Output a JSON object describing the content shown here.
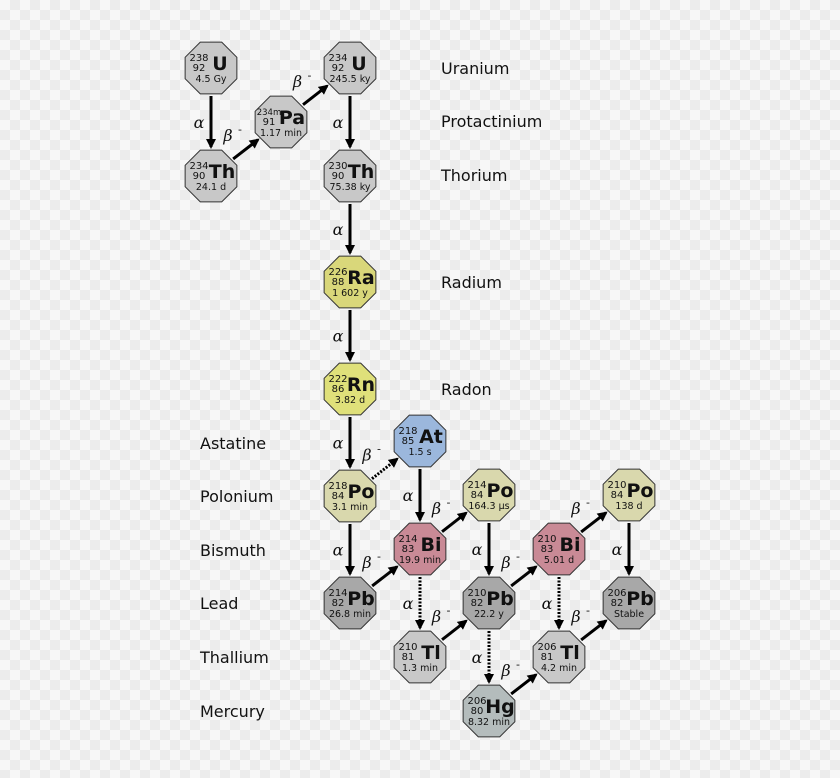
{
  "elements": [
    {
      "id": "uranium",
      "name": "Uranium"
    },
    {
      "id": "protactinium",
      "name": "Protactinium"
    },
    {
      "id": "thorium",
      "name": "Thorium"
    },
    {
      "id": "radium",
      "name": "Radium"
    },
    {
      "id": "radon",
      "name": "Radon"
    },
    {
      "id": "astatine",
      "name": "Astatine"
    },
    {
      "id": "polonium",
      "name": "Polonium"
    },
    {
      "id": "bismuth",
      "name": "Bismuth"
    },
    {
      "id": "lead",
      "name": "Lead"
    },
    {
      "id": "thallium",
      "name": "Thallium"
    },
    {
      "id": "mercury",
      "name": "Mercury"
    }
  ],
  "nuclides": [
    {
      "id": "u238",
      "symbol": "U",
      "mass": "238",
      "z": "92",
      "half_life": "4.5 Gy",
      "color": "#c8c8c8"
    },
    {
      "id": "th234",
      "symbol": "Th",
      "mass": "234",
      "z": "90",
      "half_life": "24.1 d",
      "color": "#c8c8c8"
    },
    {
      "id": "pa234m",
      "symbol": "Pa",
      "mass": "234m",
      "z": "91",
      "half_life": "1.17 min",
      "color": "#c8c8c8"
    },
    {
      "id": "u234",
      "symbol": "U",
      "mass": "234",
      "z": "92",
      "half_life": "245.5 ky",
      "color": "#c8c8c8"
    },
    {
      "id": "th230",
      "symbol": "Th",
      "mass": "230",
      "z": "90",
      "half_life": "75.38 ky",
      "color": "#c8c8c8"
    },
    {
      "id": "ra226",
      "symbol": "Ra",
      "mass": "226",
      "z": "88",
      "half_life": "1 602 y",
      "color": "#d9d77a"
    },
    {
      "id": "rn222",
      "symbol": "Rn",
      "mass": "222",
      "z": "86",
      "half_life": "3.82 d",
      "color": "#dfe07a"
    },
    {
      "id": "at218",
      "symbol": "At",
      "mass": "218",
      "z": "85",
      "half_life": "1.5 s",
      "color": "#9bb7dc"
    },
    {
      "id": "po218",
      "symbol": "Po",
      "mass": "218",
      "z": "84",
      "half_life": "3.1 min",
      "color": "#d9d8ad"
    },
    {
      "id": "bi214",
      "symbol": "Bi",
      "mass": "214",
      "z": "83",
      "half_life": "19.9 min",
      "color": "#c98a96"
    },
    {
      "id": "po214",
      "symbol": "Po",
      "mass": "214",
      "z": "84",
      "half_life": "164.3 µs",
      "color": "#d9d8ad"
    },
    {
      "id": "pb214",
      "symbol": "Pb",
      "mass": "214",
      "z": "82",
      "half_life": "26.8 min",
      "color": "#a8a8a8"
    },
    {
      "id": "tl210",
      "symbol": "Tl",
      "mass": "210",
      "z": "81",
      "half_life": "1.3 min",
      "color": "#c8c8c8"
    },
    {
      "id": "pb210",
      "symbol": "Pb",
      "mass": "210",
      "z": "82",
      "half_life": "22.2 y",
      "color": "#a8a8a8"
    },
    {
      "id": "bi210",
      "symbol": "Bi",
      "mass": "210",
      "z": "83",
      "half_life": "5.01 d",
      "color": "#c98a96"
    },
    {
      "id": "hg206",
      "symbol": "Hg",
      "mass": "206",
      "z": "80",
      "half_life": "8.32 min",
      "color": "#b4bcbc"
    },
    {
      "id": "tl206",
      "symbol": "Tl",
      "mass": "206",
      "z": "81",
      "half_life": "4.2 min",
      "color": "#c8c8c8"
    },
    {
      "id": "po210",
      "symbol": "Po",
      "mass": "210",
      "z": "84",
      "half_life": "138 d",
      "color": "#d9d8ad"
    },
    {
      "id": "pb206",
      "symbol": "Pb",
      "mass": "206",
      "z": "82",
      "half_life": "Stable",
      "color": "#a8a8a8"
    }
  ],
  "decays": [
    {
      "from": "u238",
      "to": "th234",
      "mode": "alpha",
      "branch": false
    },
    {
      "from": "th234",
      "to": "pa234m",
      "mode": "beta",
      "branch": false
    },
    {
      "from": "pa234m",
      "to": "u234",
      "mode": "beta",
      "branch": false
    },
    {
      "from": "u234",
      "to": "th230",
      "mode": "alpha",
      "branch": false
    },
    {
      "from": "th230",
      "to": "ra226",
      "mode": "alpha",
      "branch": false
    },
    {
      "from": "ra226",
      "to": "rn222",
      "mode": "alpha",
      "branch": false
    },
    {
      "from": "rn222",
      "to": "po218",
      "mode": "alpha",
      "branch": false
    },
    {
      "from": "po218",
      "to": "at218",
      "mode": "beta",
      "branch": true
    },
    {
      "from": "at218",
      "to": "bi214",
      "mode": "alpha",
      "branch": false
    },
    {
      "from": "po218",
      "to": "pb214",
      "mode": "alpha",
      "branch": false
    },
    {
      "from": "pb214",
      "to": "bi214",
      "mode": "beta",
      "branch": false
    },
    {
      "from": "bi214",
      "to": "po214",
      "mode": "beta",
      "branch": false
    },
    {
      "from": "bi214",
      "to": "tl210",
      "mode": "alpha",
      "branch": true
    },
    {
      "from": "po214",
      "to": "pb210",
      "mode": "alpha",
      "branch": false
    },
    {
      "from": "tl210",
      "to": "pb210",
      "mode": "beta",
      "branch": false
    },
    {
      "from": "pb210",
      "to": "bi210",
      "mode": "beta",
      "branch": false
    },
    {
      "from": "pb210",
      "to": "hg206",
      "mode": "alpha",
      "branch": true
    },
    {
      "from": "hg206",
      "to": "tl206",
      "mode": "beta",
      "branch": false
    },
    {
      "from": "bi210",
      "to": "po210",
      "mode": "beta",
      "branch": false
    },
    {
      "from": "bi210",
      "to": "tl206",
      "mode": "alpha",
      "branch": true
    },
    {
      "from": "po210",
      "to": "pb206",
      "mode": "alpha",
      "branch": false
    },
    {
      "from": "tl206",
      "to": "pb206",
      "mode": "beta",
      "branch": false
    }
  ],
  "symbols": {
    "alpha": "α",
    "beta": "β",
    "beta_sup": "-"
  },
  "colors": {
    "outline": "#333333",
    "arrow": "#000000"
  }
}
